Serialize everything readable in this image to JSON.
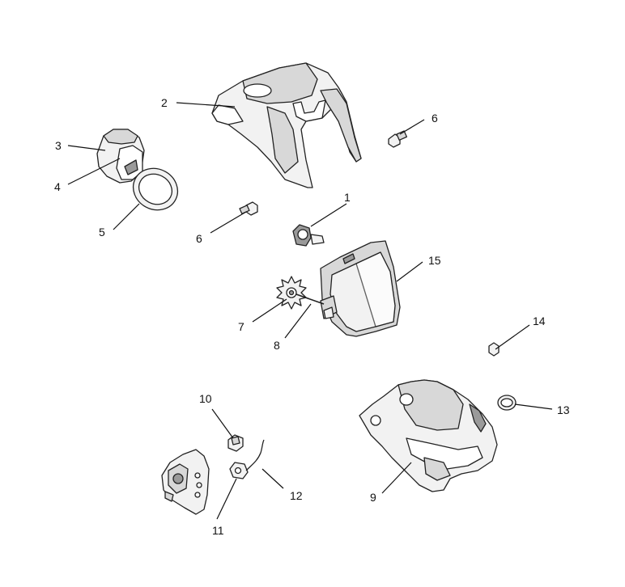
{
  "callouts": [
    {
      "id": "c1",
      "label": "1"
    },
    {
      "id": "c2",
      "label": "2"
    },
    {
      "id": "c3",
      "label": "3"
    },
    {
      "id": "c4",
      "label": "4"
    },
    {
      "id": "c5",
      "label": "5"
    },
    {
      "id": "c6a",
      "label": "6"
    },
    {
      "id": "c6b",
      "label": "6"
    },
    {
      "id": "c7",
      "label": "7"
    },
    {
      "id": "c8",
      "label": "8"
    },
    {
      "id": "c9",
      "label": "9"
    },
    {
      "id": "c10",
      "label": "10"
    },
    {
      "id": "c11",
      "label": "11"
    },
    {
      "id": "c12",
      "label": "12"
    },
    {
      "id": "c13",
      "label": "13"
    },
    {
      "id": "c14",
      "label": "14"
    },
    {
      "id": "c15",
      "label": "15"
    }
  ]
}
